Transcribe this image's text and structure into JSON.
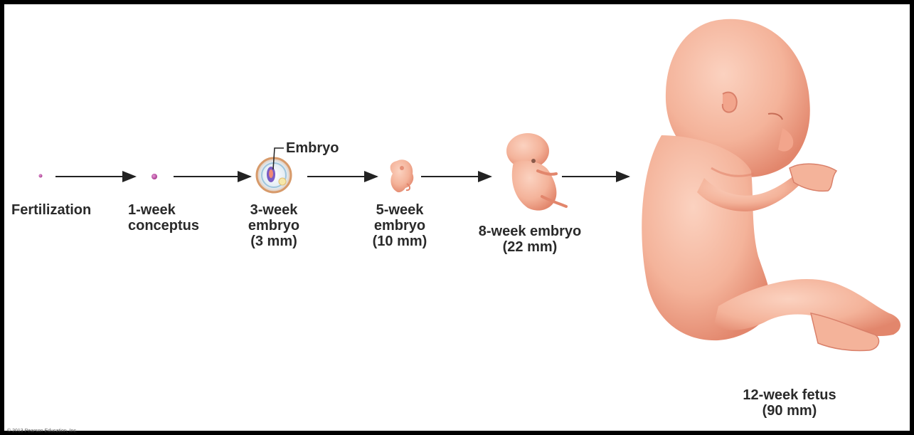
{
  "stages": [
    {
      "id": "fertilization",
      "lines": [
        "Fertilization"
      ]
    },
    {
      "id": "week1",
      "lines": [
        "1-week",
        "conceptus"
      ]
    },
    {
      "id": "week3",
      "lines": [
        "3-week",
        "embryo",
        "(3 mm)"
      ]
    },
    {
      "id": "week5",
      "lines": [
        "5-week",
        "embryo",
        "(10 mm)"
      ]
    },
    {
      "id": "week8",
      "lines": [
        "8-week embryo",
        "(22 mm)"
      ]
    },
    {
      "id": "week12",
      "lines": [
        "12-week fetus",
        "(90 mm)"
      ]
    }
  ],
  "callout": {
    "label": "Embryo"
  },
  "credit": "© 2013 Pearson Education, Inc.",
  "colors": {
    "skin": "#f4b39a",
    "skin_shadow": "#e2866c",
    "dot": "#b0479a",
    "arrow": "#222222",
    "border": "#000000"
  }
}
